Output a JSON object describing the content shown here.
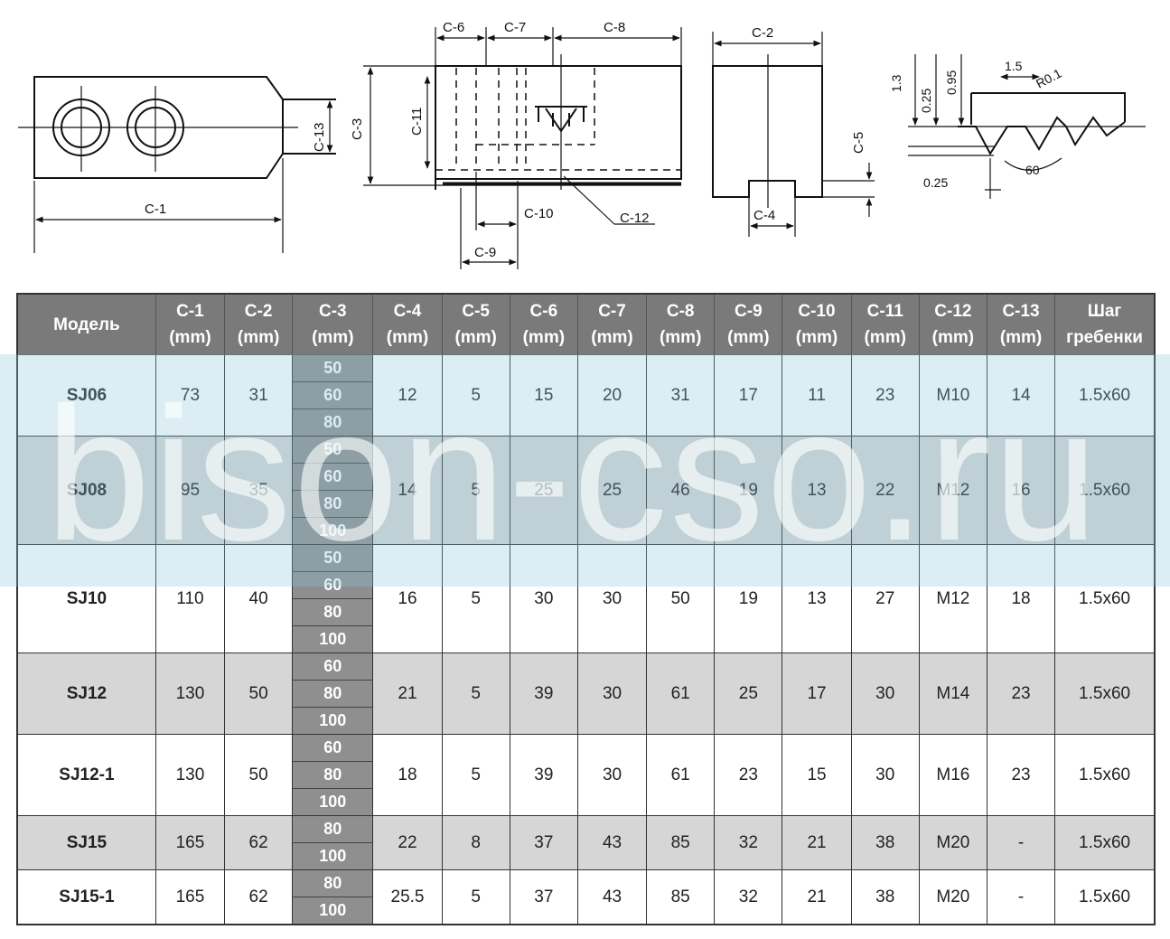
{
  "drawing_labels": {
    "c1": "C-1",
    "c2": "C-2",
    "c3": "C-3",
    "c4": "C-4",
    "c5": "C-5",
    "c6": "C-6",
    "c7": "C-7",
    "c8": "C-8",
    "c9": "C-9",
    "c10": "C-10",
    "c11": "C-11",
    "c12": "C-12",
    "c13": "C-13",
    "d13": "1.3",
    "d025a": "0.25",
    "d095": "0.95",
    "d15": "1.5",
    "dR01": "R0.1",
    "d025b": "0.25",
    "d60": "60"
  },
  "table": {
    "headers": [
      [
        "Модель",
        ""
      ],
      [
        "C-1",
        "(mm)"
      ],
      [
        "C-2",
        "(mm)"
      ],
      [
        "C-3",
        "(mm)"
      ],
      [
        "C-4",
        "(mm)"
      ],
      [
        "C-5",
        "(mm)"
      ],
      [
        "C-6",
        "(mm)"
      ],
      [
        "C-7",
        "(mm)"
      ],
      [
        "C-8",
        "(mm)"
      ],
      [
        "C-9",
        "(mm)"
      ],
      [
        "C-10",
        "(mm)"
      ],
      [
        "C-11",
        "(mm)"
      ],
      [
        "C-12",
        "(mm)"
      ],
      [
        "C-13",
        "(mm)"
      ],
      [
        "Шаг",
        "гребенки"
      ]
    ],
    "rows": [
      {
        "model": "SJ06",
        "c1": "73",
        "c2": "31",
        "c3": [
          "50",
          "60",
          "80"
        ],
        "c4": "12",
        "c5": "5",
        "c6": "15",
        "c7": "20",
        "c8": "31",
        "c9": "17",
        "c10": "11",
        "c11": "23",
        "c12": "M10",
        "c13": "14",
        "pitch": "1.5x60",
        "shade": "white"
      },
      {
        "model": "SJ08",
        "c1": "95",
        "c2": "35",
        "c3": [
          "50",
          "60",
          "80",
          "100"
        ],
        "c4": "14",
        "c5": "5",
        "c6": "25",
        "c7": "25",
        "c8": "46",
        "c9": "19",
        "c10": "13",
        "c11": "22",
        "c12": "M12",
        "c13": "16",
        "pitch": "1.5x60",
        "shade": "gray"
      },
      {
        "model": "SJ10",
        "c1": "110",
        "c2": "40",
        "c3": [
          "50",
          "60",
          "80",
          "100"
        ],
        "c4": "16",
        "c5": "5",
        "c6": "30",
        "c7": "30",
        "c8": "50",
        "c9": "19",
        "c10": "13",
        "c11": "27",
        "c12": "M12",
        "c13": "18",
        "pitch": "1.5x60",
        "shade": "white"
      },
      {
        "model": "SJ12",
        "c1": "130",
        "c2": "50",
        "c3": [
          "60",
          "80",
          "100"
        ],
        "c4": "21",
        "c5": "5",
        "c6": "39",
        "c7": "30",
        "c8": "61",
        "c9": "25",
        "c10": "17",
        "c11": "30",
        "c12": "M14",
        "c13": "23",
        "pitch": "1.5x60",
        "shade": "gray"
      },
      {
        "model": "SJ12-1",
        "c1": "130",
        "c2": "50",
        "c3": [
          "60",
          "80",
          "100"
        ],
        "c4": "18",
        "c5": "5",
        "c6": "39",
        "c7": "30",
        "c8": "61",
        "c9": "23",
        "c10": "15",
        "c11": "30",
        "c12": "M16",
        "c13": "23",
        "pitch": "1.5x60",
        "shade": "white"
      },
      {
        "model": "SJ15",
        "c1": "165",
        "c2": "62",
        "c3": [
          "80",
          "100"
        ],
        "c4": "22",
        "c5": "8",
        "c6": "37",
        "c7": "43",
        "c8": "85",
        "c9": "32",
        "c10": "21",
        "c11": "38",
        "c12": "M20",
        "c13": "-",
        "pitch": "1.5x60",
        "shade": "gray"
      },
      {
        "model": "SJ15-1",
        "c1": "165",
        "c2": "62",
        "c3": [
          "80",
          "100"
        ],
        "c4": "25.5",
        "c5": "5",
        "c6": "37",
        "c7": "43",
        "c8": "85",
        "c9": "32",
        "c10": "21",
        "c11": "38",
        "c12": "M20",
        "c13": "-",
        "pitch": "1.5x60",
        "shade": "white"
      }
    ]
  },
  "watermark": "bison-cso.ru"
}
